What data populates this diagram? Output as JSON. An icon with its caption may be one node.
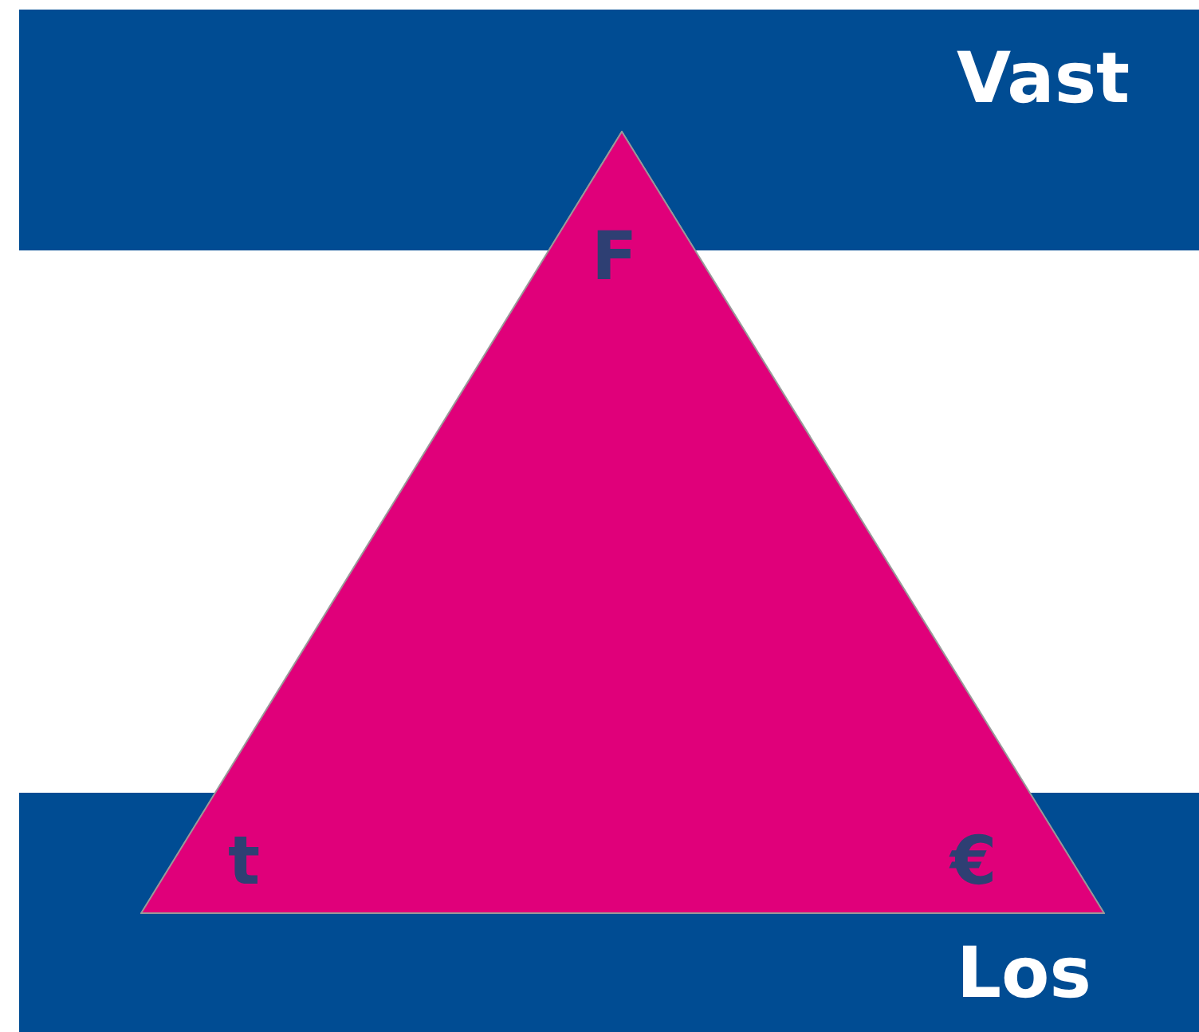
{
  "diagram": {
    "nodes": [
      {
        "text": [
          "F",
          "t",
          "€"
        ]
      }
    ],
    "labels": [
      "Vast",
      "Los"
    ]
  }
}
